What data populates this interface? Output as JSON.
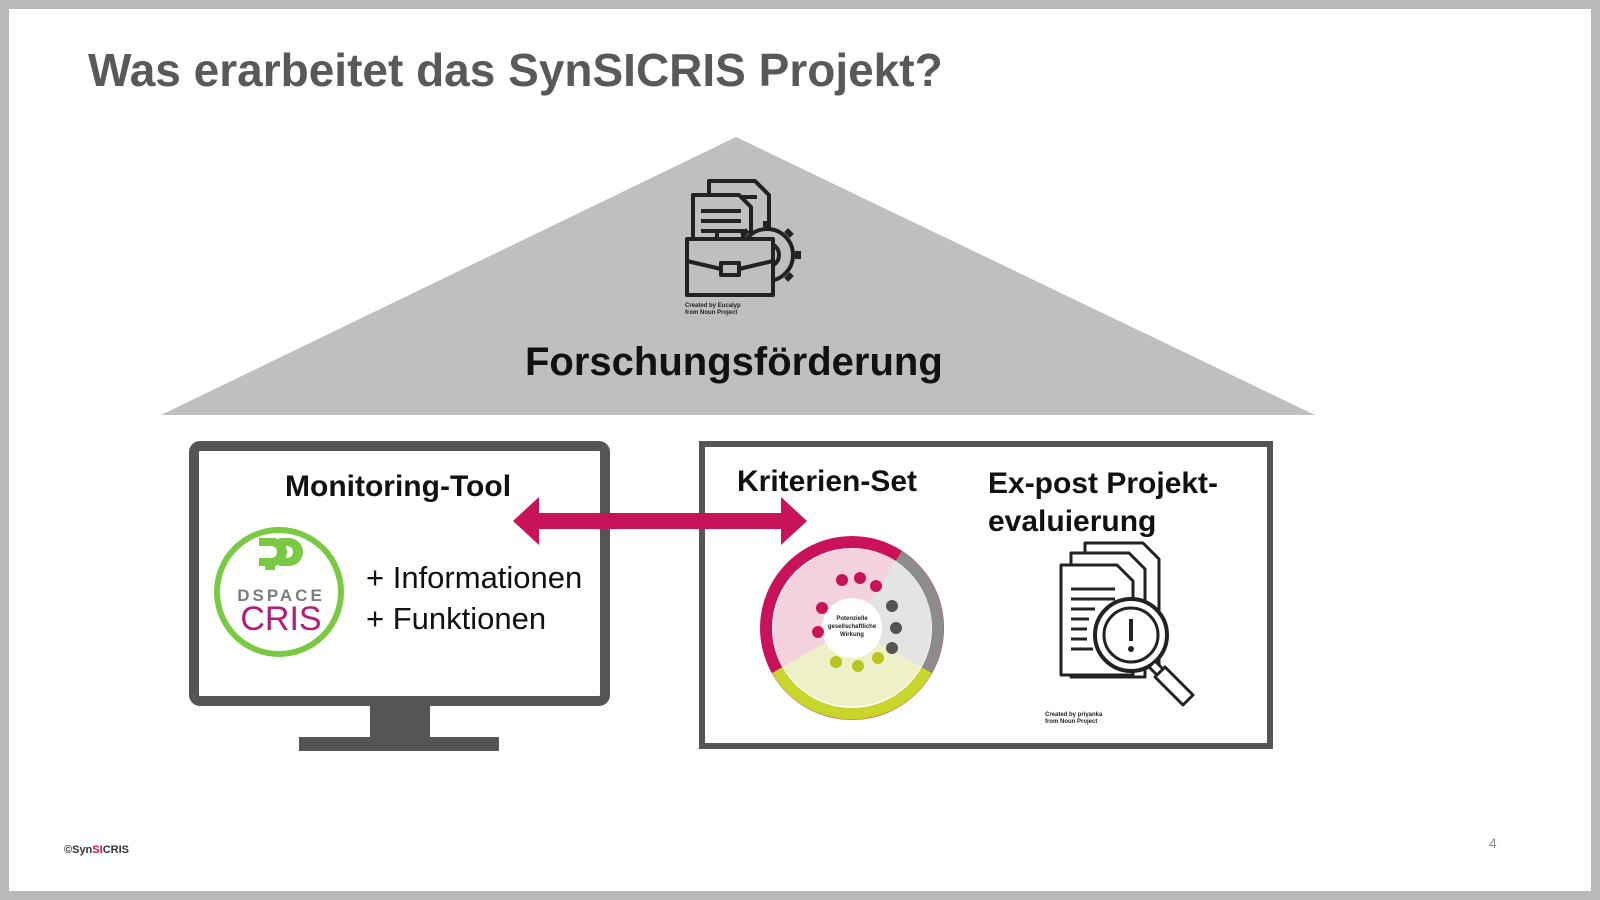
{
  "slide": {
    "title": "Was erarbeitet das SynSICRIS Projekt?",
    "page_number": "4"
  },
  "roof": {
    "label": "Forschungsförderung",
    "icon": "briefcase-documents-gear-icon",
    "credit_line1": "Created by Eucalyp",
    "credit_line2": "from Noun Project"
  },
  "monitoring": {
    "title": "Monitoring-Tool",
    "logo_word1": "DSPACE",
    "logo_word2": "CRIS",
    "item1": "+ Informationen",
    "item2": "+ Funktionen"
  },
  "kriterien": {
    "title": "Kriterien-Set",
    "wheel_center_line1": "Potenzielle",
    "wheel_center_line2": "gesellschaftliche",
    "wheel_center_line3": "Wirkung"
  },
  "expost": {
    "title_line1": "Ex-post Projekt-",
    "title_line2": "evaluierung",
    "icon": "document-magnifier-icon",
    "credit_line1": "Created by priyanka",
    "credit_line2": "from Noun Project"
  },
  "footer": {
    "copyright_prefix": "©Syn",
    "copyright_highlight": "SI",
    "copyright_suffix": "CRIS"
  },
  "colors": {
    "accent_magenta": "#c8125a",
    "roof_gray": "#bfbfbf",
    "frame_gray": "#555555",
    "title_gray": "#595959",
    "dspace_green": "#7ac943",
    "wheel_lime": "#c8d62b",
    "wheel_dark": "#8c8c8c"
  }
}
